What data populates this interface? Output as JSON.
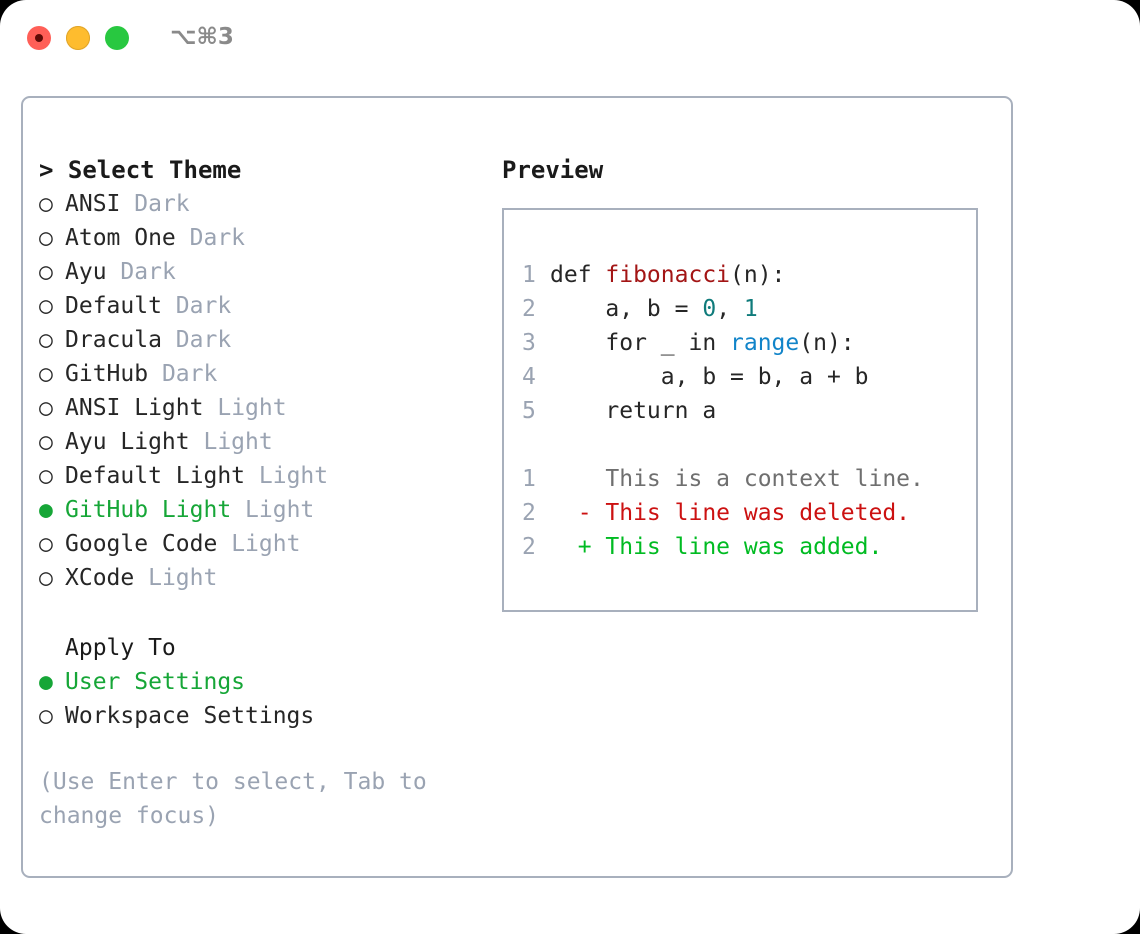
{
  "titlebar": {
    "shortcut": "⌥⌘3",
    "lights": [
      "close",
      "minimize",
      "zoom"
    ]
  },
  "theme_panel": {
    "header": {
      "prompt": "> ",
      "title": "Select Theme"
    },
    "bullet_off": "○",
    "bullet_on": "●",
    "items": [
      {
        "name": "ANSI",
        "kind": "Dark",
        "selected": false
      },
      {
        "name": "Atom One",
        "kind": "Dark",
        "selected": false
      },
      {
        "name": "Ayu",
        "kind": "Dark",
        "selected": false
      },
      {
        "name": "Default",
        "kind": "Dark",
        "selected": false
      },
      {
        "name": "Dracula",
        "kind": "Dark",
        "selected": false
      },
      {
        "name": "GitHub",
        "kind": "Dark",
        "selected": false
      },
      {
        "name": "ANSI Light",
        "kind": "Light",
        "selected": false
      },
      {
        "name": "Ayu Light",
        "kind": "Light",
        "selected": false
      },
      {
        "name": "Default Light",
        "kind": "Light",
        "selected": false
      },
      {
        "name": "GitHub Light",
        "kind": "Light",
        "selected": true
      },
      {
        "name": "Google Code",
        "kind": "Light",
        "selected": false
      },
      {
        "name": "XCode",
        "kind": "Light",
        "selected": false
      }
    ]
  },
  "apply_to": {
    "title": "Apply To",
    "options": [
      {
        "label": "User Settings",
        "selected": true
      },
      {
        "label": "Workspace Settings",
        "selected": false
      }
    ]
  },
  "hint": "(Use Enter to select, Tab to change focus)",
  "preview": {
    "title": "Preview",
    "code_lines": [
      {
        "num": "1",
        "tokens": [
          {
            "t": "def ",
            "c": "plain"
          },
          {
            "t": "fibonacci",
            "c": "fn"
          },
          {
            "t": "(n):",
            "c": "plain"
          }
        ]
      },
      {
        "num": "2",
        "tokens": [
          {
            "t": "    a, b = ",
            "c": "plain"
          },
          {
            "t": "0",
            "c": "num"
          },
          {
            "t": ", ",
            "c": "plain"
          },
          {
            "t": "1",
            "c": "num"
          }
        ]
      },
      {
        "num": "3",
        "tokens": [
          {
            "t": "    for _ in ",
            "c": "plain"
          },
          {
            "t": "range",
            "c": "call"
          },
          {
            "t": "(n):",
            "c": "plain"
          }
        ]
      },
      {
        "num": "4",
        "tokens": [
          {
            "t": "        a, b = b, a + b",
            "c": "plain"
          }
        ]
      },
      {
        "num": "5",
        "tokens": [
          {
            "t": "    return a",
            "c": "plain"
          }
        ]
      }
    ],
    "diff_lines": [
      {
        "num": "1",
        "marker": "  ",
        "text": "This is a context line.",
        "type": "context"
      },
      {
        "num": "2",
        "marker": "- ",
        "text": "This line was deleted.",
        "type": "deleted"
      },
      {
        "num": "2",
        "marker": "+ ",
        "text": "This line was added.",
        "type": "added"
      }
    ]
  },
  "colors": {
    "accent_green": "#16a637",
    "diff_red": "#cc1111",
    "diff_green": "#00bb22",
    "muted": "#9aa3b2",
    "border": "#a8b0bd",
    "fn_red": "#a31515",
    "num_teal": "#0f7b7b",
    "call_blue": "#1184c9"
  }
}
